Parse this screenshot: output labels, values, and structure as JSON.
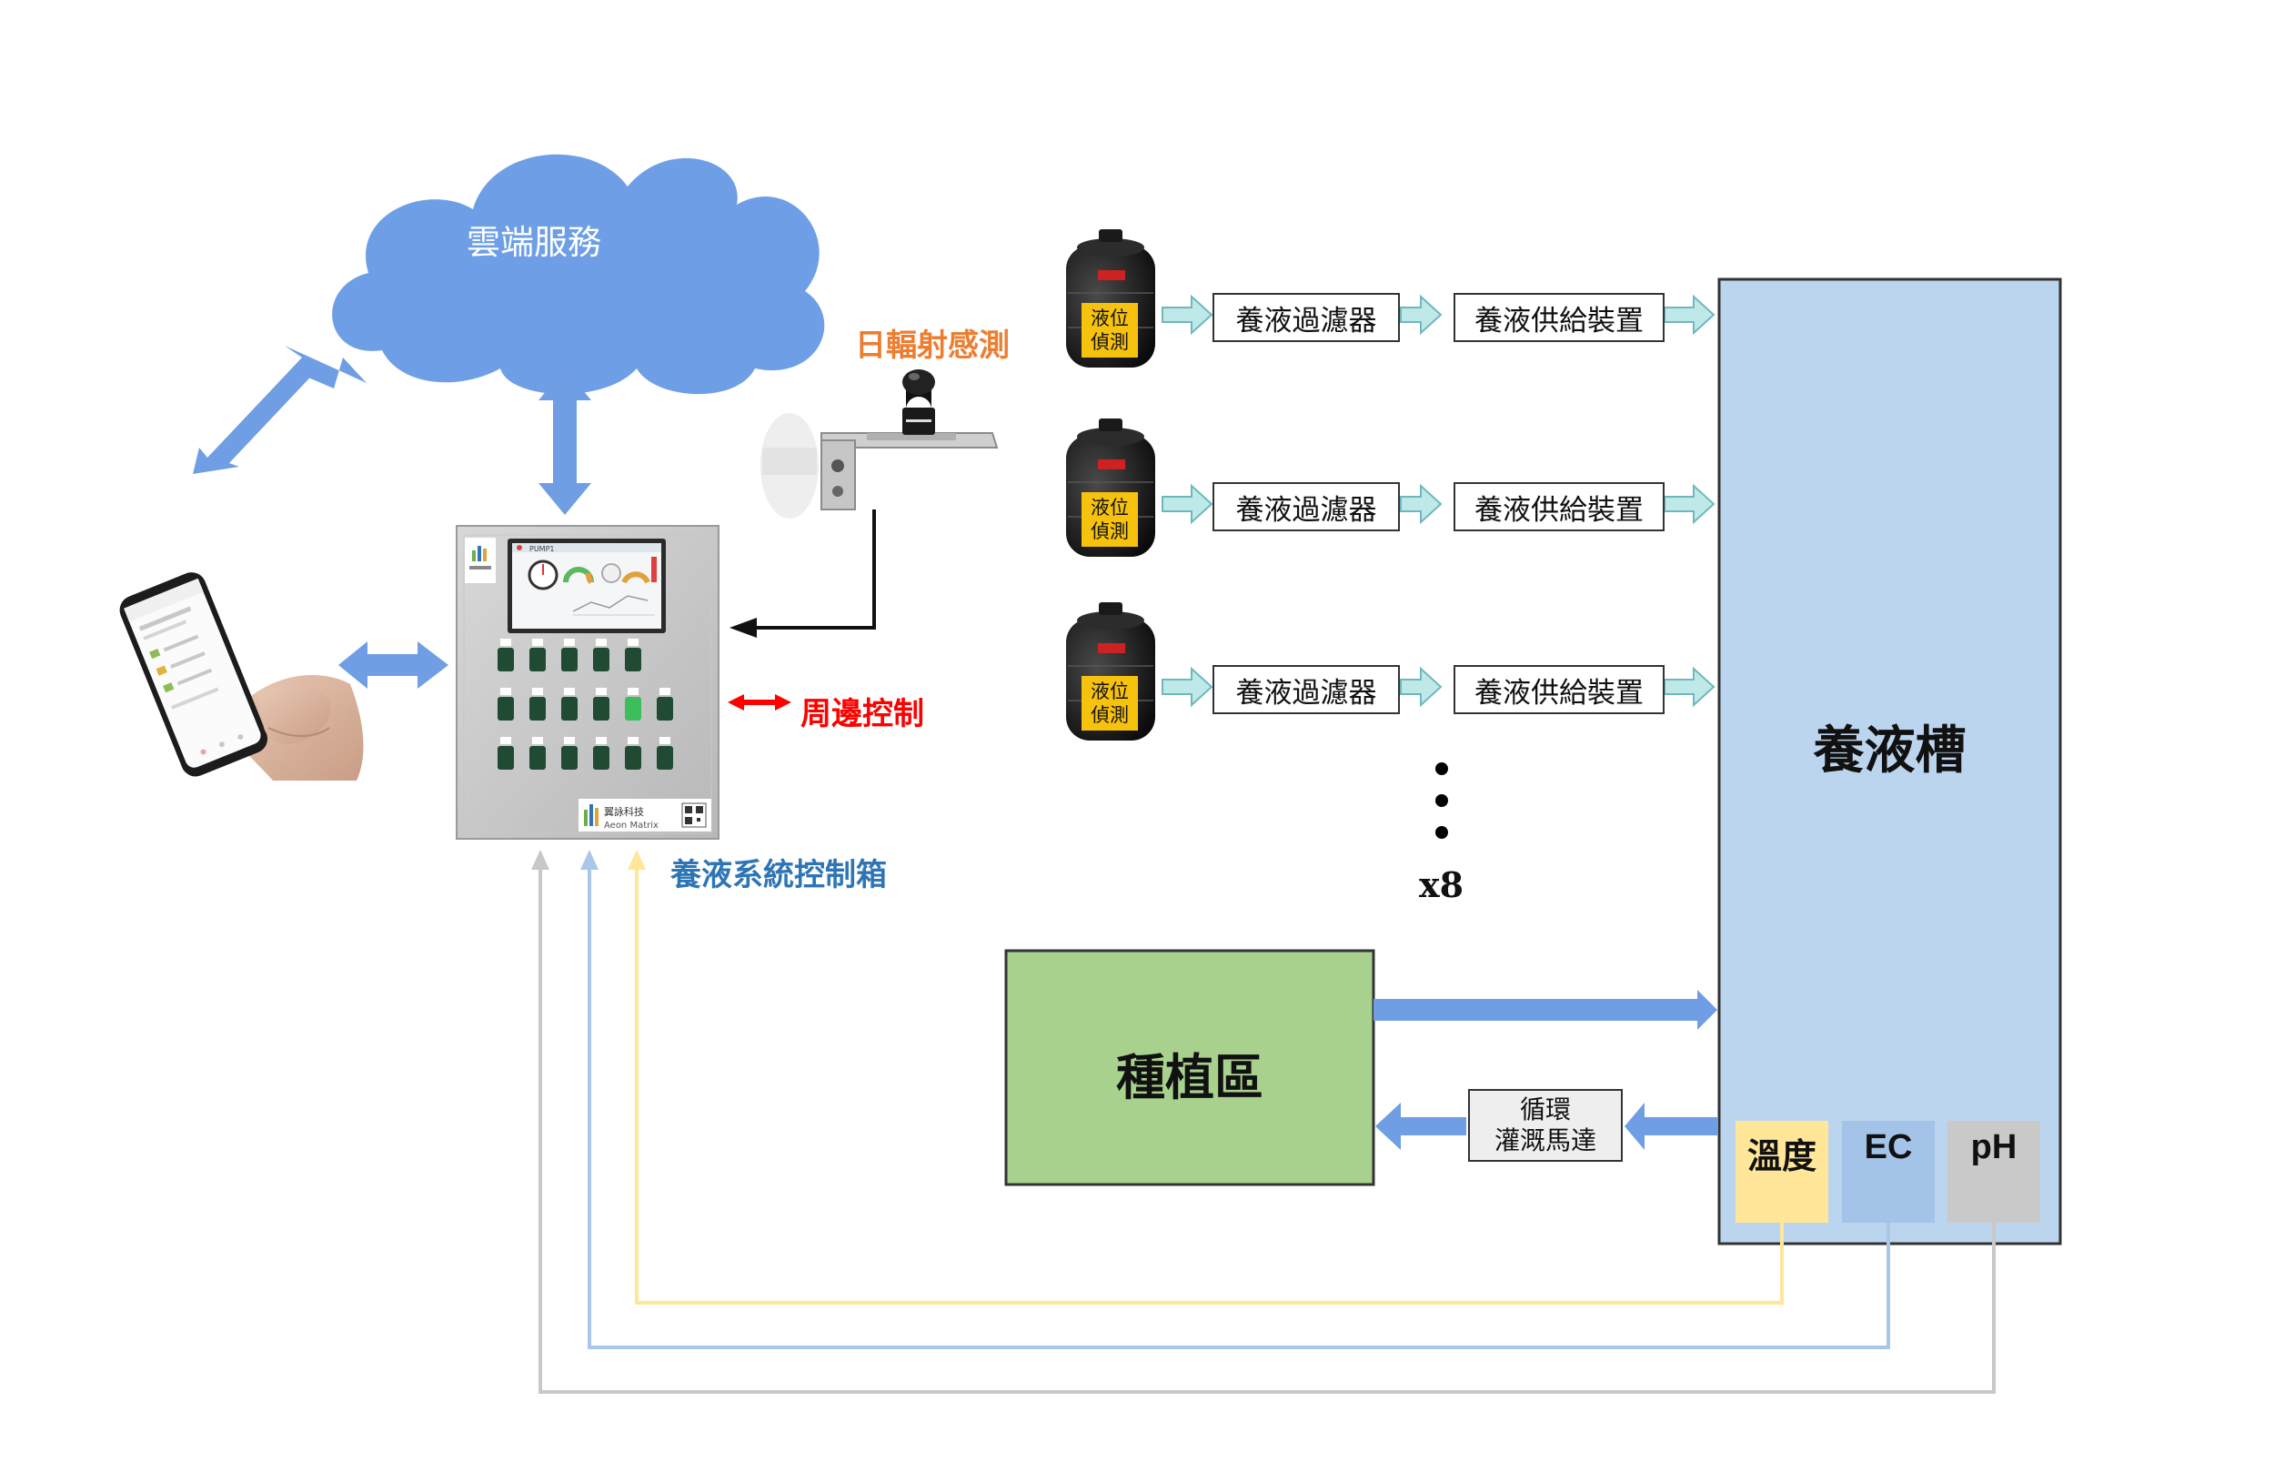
{
  "colors": {
    "cloud": "#6e9fe6",
    "arrow_blue": "#6f9ee4",
    "arrow_teal": "#bfe9e9",
    "arrow_teal_stroke": "#6fb7bd",
    "tank_fill": "#bcd5ee",
    "planting_fill": "#a9d18e",
    "temperature_fill": "#ffe699",
    "ec_fill": "#a3c4e8",
    "ph_fill": "#c9c9c9",
    "sensor_label": "#ed7d31",
    "peripheral_label": "#ff0000",
    "controlbox_label": "#2e75b6",
    "line_yellow": "#ffe699",
    "line_blue": "#a9c7ea",
    "line_gray": "#c8c8c8"
  },
  "cloud": {
    "label": "雲端服務",
    "icon": "cloud-icon"
  },
  "phone": {
    "icon": "smartphone-hand-icon"
  },
  "control_box": {
    "label": "養液系統控制箱",
    "brand_cn": "翼詠科技",
    "brand_en": "Aeon Matrix",
    "screen_title": "PUMP1"
  },
  "solar_sensor": {
    "label": "日輻射感測",
    "icon": "pyranometer-icon"
  },
  "peripheral": {
    "label": "周邊控制"
  },
  "supply_rows": [
    {
      "tank_label_line1": "液位",
      "tank_label_line2": "偵測",
      "filter": "養液過濾器",
      "supply": "養液供給裝置"
    },
    {
      "tank_label_line1": "液位",
      "tank_label_line2": "偵測",
      "filter": "養液過濾器",
      "supply": "養液供給裝置"
    },
    {
      "tank_label_line1": "液位",
      "tank_label_line2": "偵測",
      "filter": "養液過濾器",
      "supply": "養液供給裝置"
    }
  ],
  "repeat_label": "x8",
  "nutrient_tank": {
    "label": "養液槽"
  },
  "planting_area": {
    "label": "種植區"
  },
  "pump": {
    "line1": "循環",
    "line2": "灌溉馬達"
  },
  "sensors": {
    "temperature": "溫度",
    "ec": "EC",
    "ph": "pH"
  }
}
